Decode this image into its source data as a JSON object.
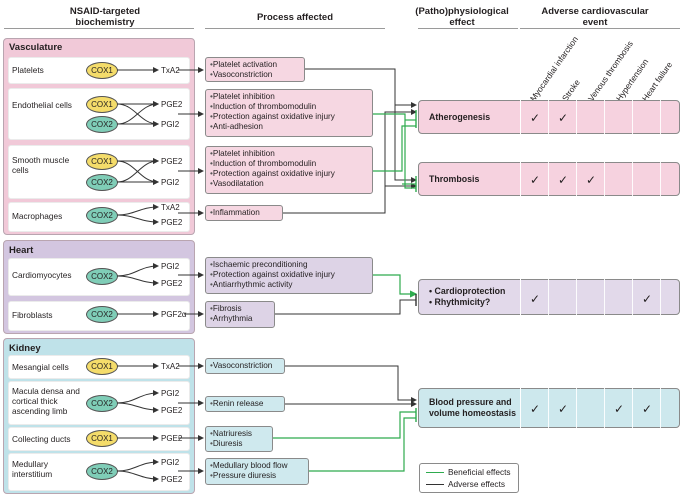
{
  "headers": {
    "col1": "NSAID-targeted biochemistry",
    "col2": "Process affected",
    "col3": "(Patho)physiological effect",
    "col4": "Adverse cardiovascular event"
  },
  "events": [
    "Myocardial infarction",
    "Stroke",
    "Venous thrombosis",
    "Hypertension",
    "Heart failure"
  ],
  "sections": {
    "vasculature": {
      "title": "Vasculature",
      "cells": [
        {
          "name": "Platelets",
          "enzymes": [
            "COX1"
          ],
          "products": [
            "TxA2"
          ]
        },
        {
          "name": "Endothelial cells",
          "enzymes": [
            "COX1",
            "COX2"
          ],
          "products": [
            "PGE2",
            "PGI2"
          ]
        },
        {
          "name": "Smooth muscle cells",
          "enzymes": [
            "COX1",
            "COX2"
          ],
          "products": [
            "PGE2",
            "PGI2"
          ]
        },
        {
          "name": "Macrophages",
          "enzymes": [
            "COX2"
          ],
          "products": [
            "TxA2",
            "PGE2"
          ]
        }
      ],
      "processes": [
        [
          "Platelet activation",
          "Vasoconstriction"
        ],
        [
          "Platelet inhibition",
          "Induction of thrombomodulin",
          "Protection against oxidative injury",
          "Anti-adhesion"
        ],
        [
          "Platelet inhibition",
          "Induction of thrombomodulin",
          "Protection against oxidative injury",
          "Vasodilatation"
        ],
        [
          "Inflammation"
        ]
      ]
    },
    "heart": {
      "title": "Heart",
      "cells": [
        {
          "name": "Cardiomyocytes",
          "enzymes": [
            "COX2"
          ],
          "products": [
            "PGI2",
            "PGE2"
          ]
        },
        {
          "name": "Fibroblasts",
          "enzymes": [
            "COX2"
          ],
          "products": [
            "PGF2α"
          ]
        }
      ],
      "processes": [
        [
          "Ischaemic preconditioning",
          "Protection against oxidative injury",
          "Antiarrhythmic activity"
        ],
        [
          "Fibrosis",
          "Arrhythmia"
        ]
      ]
    },
    "kidney": {
      "title": "Kidney",
      "cells": [
        {
          "name": "Mesangial cells",
          "enzymes": [
            "COX1"
          ],
          "products": [
            "TxA2"
          ]
        },
        {
          "name": "Macula densa and cortical thick ascending limb",
          "enzymes": [
            "COX2"
          ],
          "products": [
            "PGI2",
            "PGE2"
          ]
        },
        {
          "name": "Collecting ducts",
          "enzymes": [
            "COX1"
          ],
          "products": [
            "PGE2"
          ]
        },
        {
          "name": "Medullary interstitium",
          "enzymes": [
            "COX2"
          ],
          "products": [
            "PGI2",
            "PGE2"
          ]
        }
      ],
      "processes": [
        [
          "Vasoconstriction"
        ],
        [
          "Renin release"
        ],
        [
          "Natriuresis",
          "Diuresis"
        ],
        [
          "Medullary blood flow",
          "Pressure diuresis"
        ]
      ]
    }
  },
  "effects": [
    {
      "lines": [
        "Atherogenesis"
      ],
      "checks": [
        true,
        true,
        false,
        false,
        false
      ]
    },
    {
      "lines": [
        "Thrombosis"
      ],
      "checks": [
        true,
        true,
        true,
        false,
        false
      ]
    },
    {
      "lines": [
        "Cardioprotection",
        "Rhythmicity?"
      ],
      "checks": [
        true,
        false,
        false,
        false,
        true
      ]
    },
    {
      "lines": [
        "Blood pressure and",
        "volume homeostasis"
      ],
      "checks": [
        true,
        true,
        false,
        true,
        true
      ]
    }
  ],
  "legend": {
    "beneficial": "Beneficial effects",
    "adverse": "Adverse effects"
  },
  "colors": {
    "beneficial": "#2eab4e",
    "adverse": "#333333",
    "vasculature": "#f1c9d8",
    "heart": "#d3c6e0",
    "kidney": "#bfe2e9",
    "cox1": "#f4dc6a",
    "cox2": "#7fcdb7"
  }
}
